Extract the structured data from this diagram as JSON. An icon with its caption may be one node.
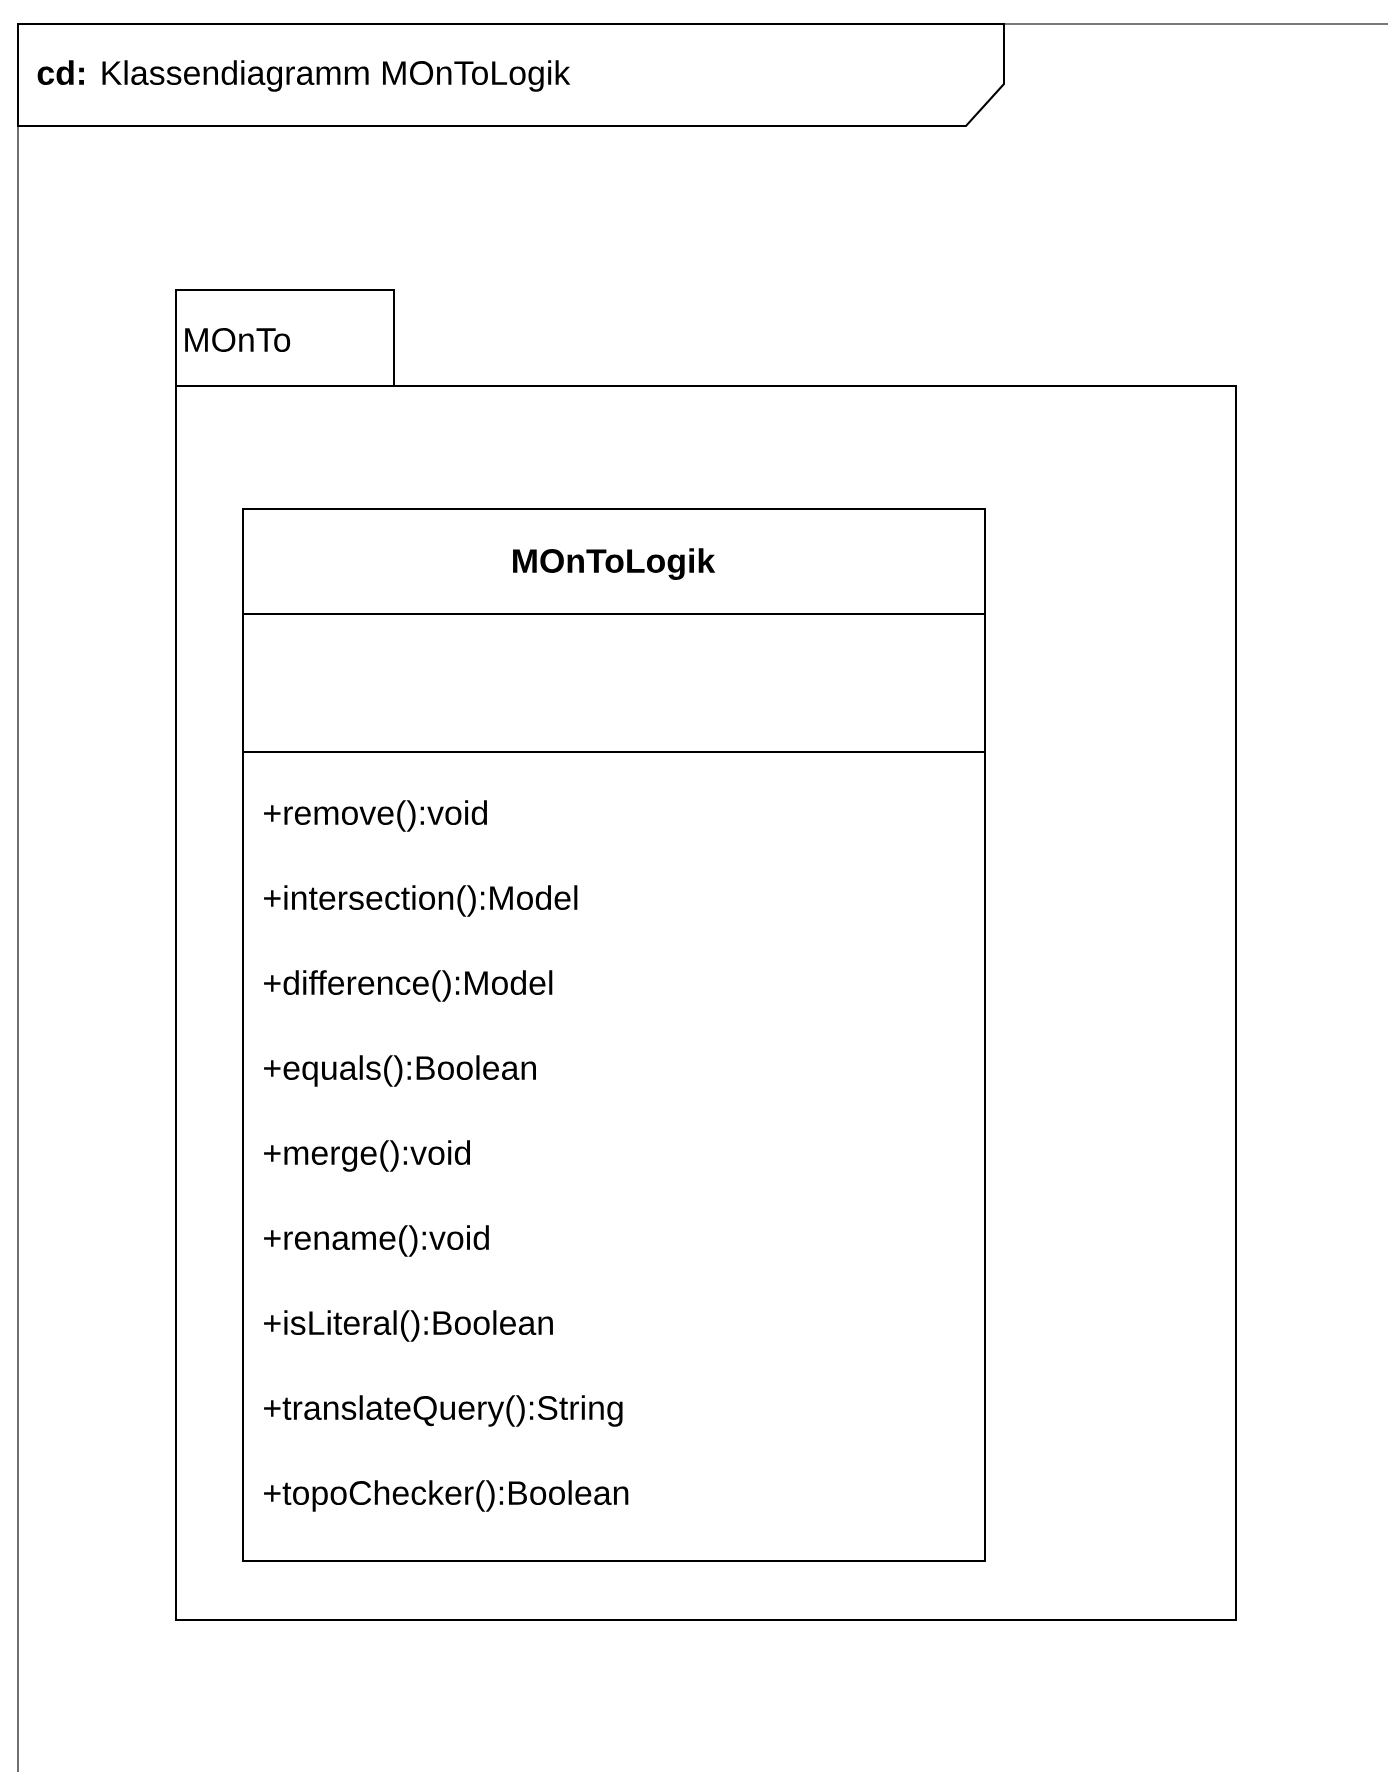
{
  "diagram": {
    "nodes": [
      {
        "text": [
          "**cd:** Klassendiagramm MOnToLogik"
        ]
      },
      {
        "text": [
          "MOnTo"
        ],
        "in": 0
      },
      {
        "text": [
          "MOnToLogik",
          "+remove():void",
          "+intersection():Model",
          "+difference():Model",
          "+equals():Boolean",
          "+merge():void",
          "+rename():void",
          "+isLiteral():Boolean",
          "+translateQuery():String",
          "+topoChecker():Boolean"
        ],
        "in": 1
      }
    ],
    "edges": []
  }
}
